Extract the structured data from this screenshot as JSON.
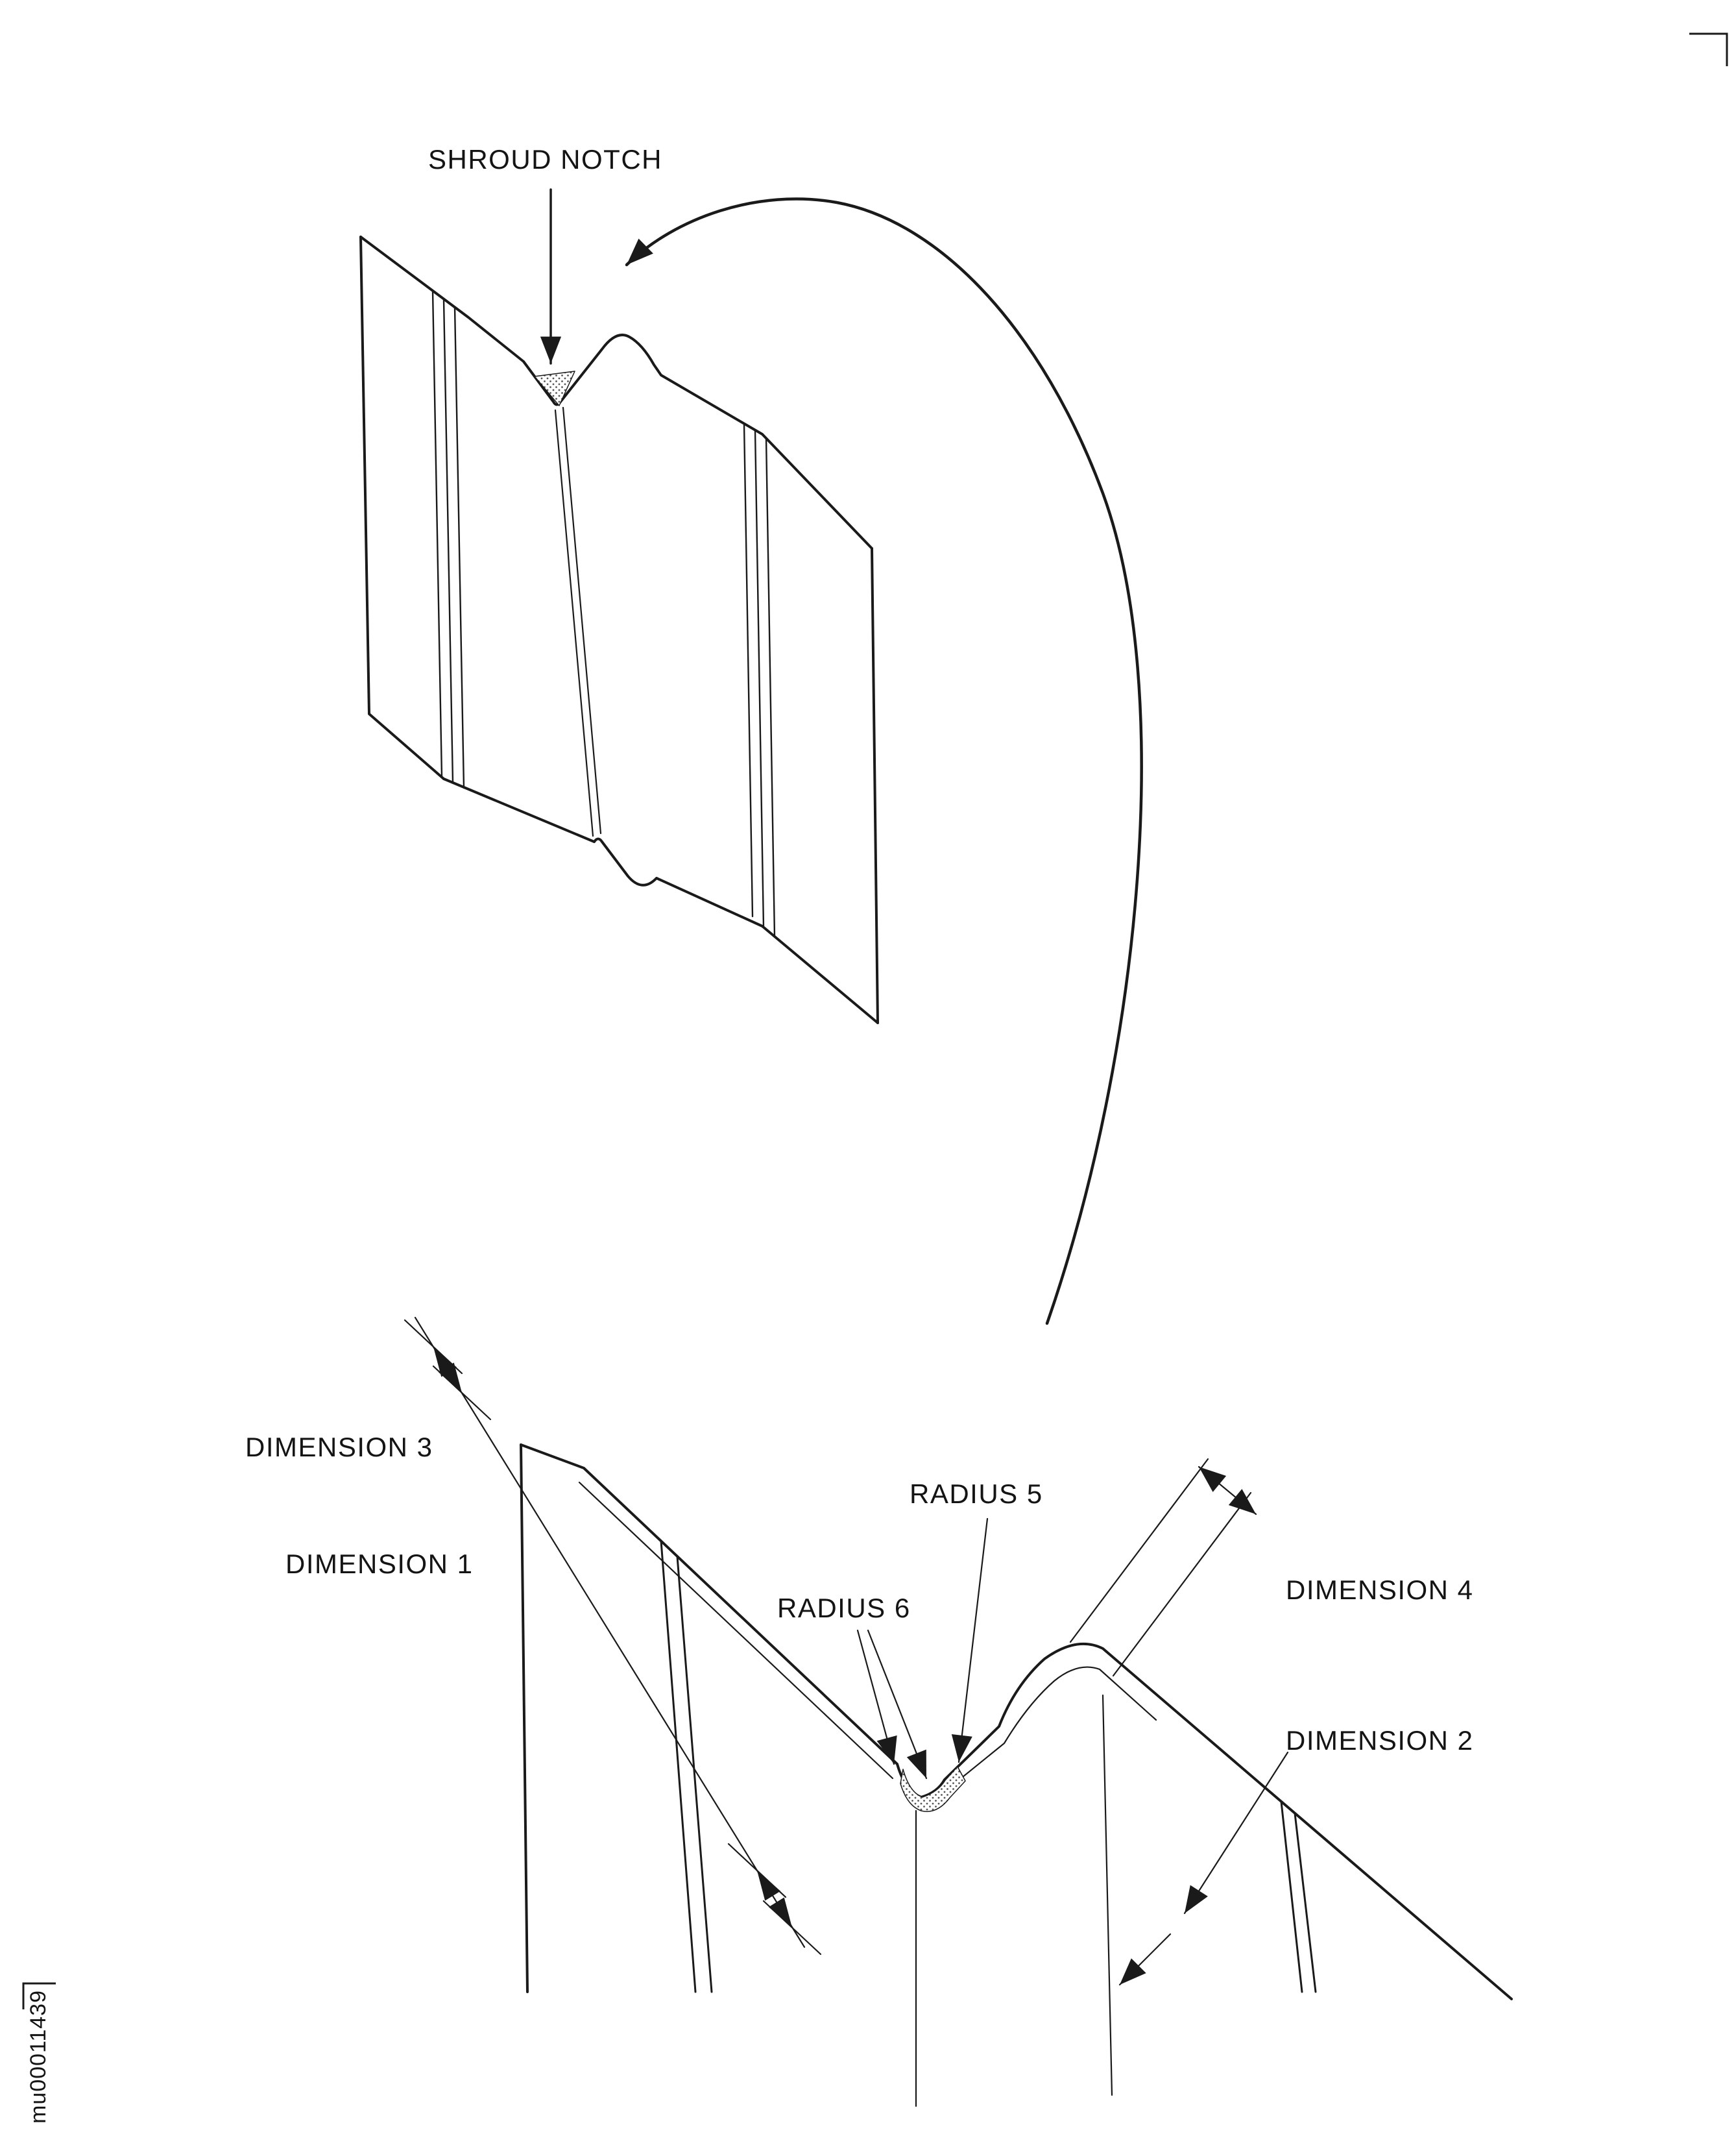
{
  "document": {
    "type": "technical-illustration",
    "figure_id": "mu00011439",
    "colors": {
      "ink": "#1a1a1a",
      "background": "#ffffff"
    },
    "labels": {
      "shroud_notch": "SHROUD NOTCH",
      "dimension_1": "DIMENSION 1",
      "dimension_2": "DIMENSION 2",
      "dimension_3": "DIMENSION 3",
      "dimension_4": "DIMENSION 4",
      "radius_5": "RADIUS 5",
      "radius_6": "RADIUS 6"
    }
  }
}
